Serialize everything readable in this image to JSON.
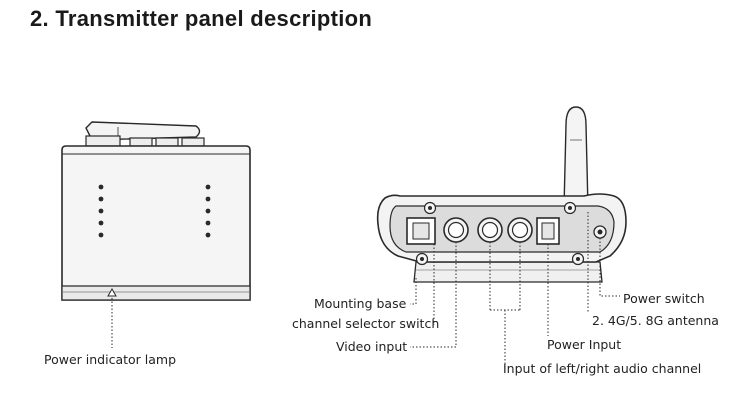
{
  "title": "2. Transmitter panel description",
  "colors": {
    "line": "#2a2a2a",
    "body": "#f2f2f2",
    "panel": "#d9d9d9",
    "text": "#222222"
  },
  "labels": {
    "power_indicator_lamp": "Power indicator lamp",
    "mounting_base": "Mounting base",
    "channel_selector_switch": "channel selector switch",
    "video_input": "Video input",
    "power_input": "Power Input",
    "audio_input": "Input of left/right audio channel",
    "power_switch": "Power switch",
    "antenna": "2. 4G/5. 8G antenna"
  }
}
